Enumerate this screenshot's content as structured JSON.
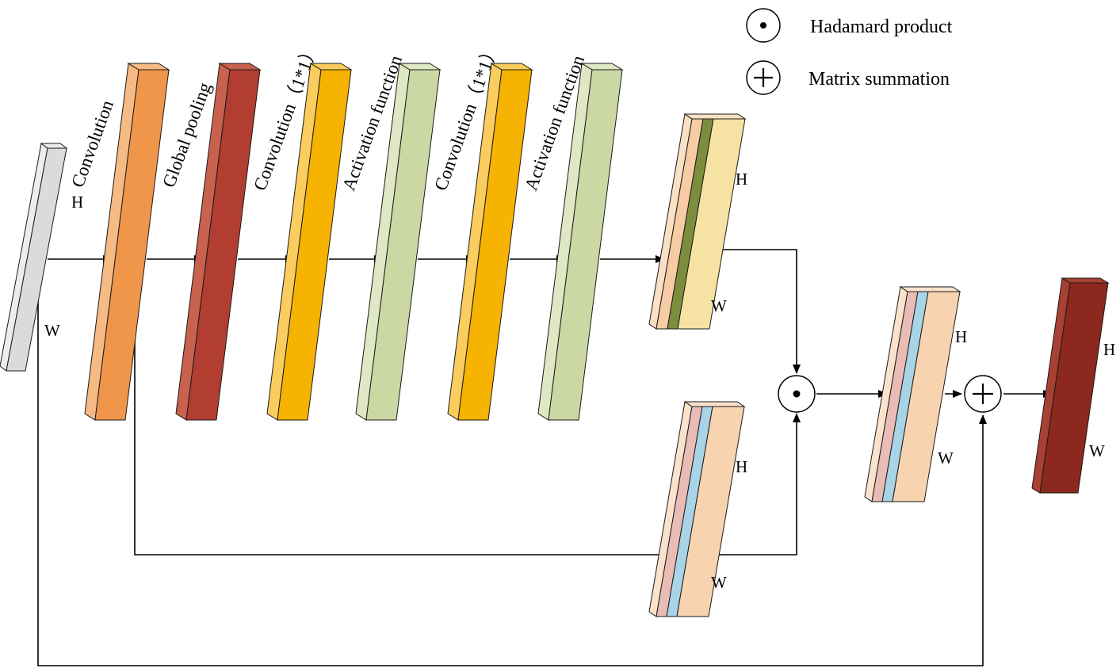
{
  "diagram_title": "channel-attention-block-diagram",
  "legend": {
    "hadamard": {
      "symbol": "dot-in-circle",
      "label": "Hadamard product"
    },
    "summation": {
      "symbol": "plus-in-circle",
      "label": "Matrix summation"
    }
  },
  "dims": {
    "h": "H",
    "w": "W"
  },
  "layers": [
    {
      "name": "input-feature-map",
      "label": ""
    },
    {
      "name": "convolution",
      "label": "Convolution"
    },
    {
      "name": "global-pooling",
      "label": "Global pooling"
    },
    {
      "name": "convolution-1x1-a",
      "label": "Convolution（1*1）"
    },
    {
      "name": "activation-function-a",
      "label": "Activation function"
    },
    {
      "name": "convolution-1x1-b",
      "label": "Convolution（1*1）"
    },
    {
      "name": "activation-function-b",
      "label": "Activation function"
    }
  ],
  "operators": [
    {
      "name": "hadamard-product",
      "symbol": "dot"
    },
    {
      "name": "matrix-summation",
      "symbol": "plus"
    }
  ],
  "colors": {
    "input": {
      "face": "#DBDBDB",
      "edge": "#EDEDED"
    },
    "conv": {
      "face": "#F0964B",
      "edge": "#F6BA85"
    },
    "pool": {
      "face": "#B23D31",
      "edge": "#C9614F"
    },
    "conv1x1": {
      "face": "#F6B301",
      "edge": "#FACD5E"
    },
    "act": {
      "face": "#CBD8A4",
      "edge": "#DFE7C4"
    },
    "stack1": {
      "peach": "#F7CBA3",
      "olive": "#7C8E3D",
      "yellow": "#F6E2A3",
      "edge": "#FAE0C4"
    },
    "stack2": {
      "pink": "#E9BCB6",
      "blue": "#A9D3E6",
      "peach": "#F8D3B0",
      "edge": "#FBE2CC"
    },
    "output": {
      "face": "#8C281D",
      "edge": "#A84133"
    },
    "line": "#000000"
  }
}
